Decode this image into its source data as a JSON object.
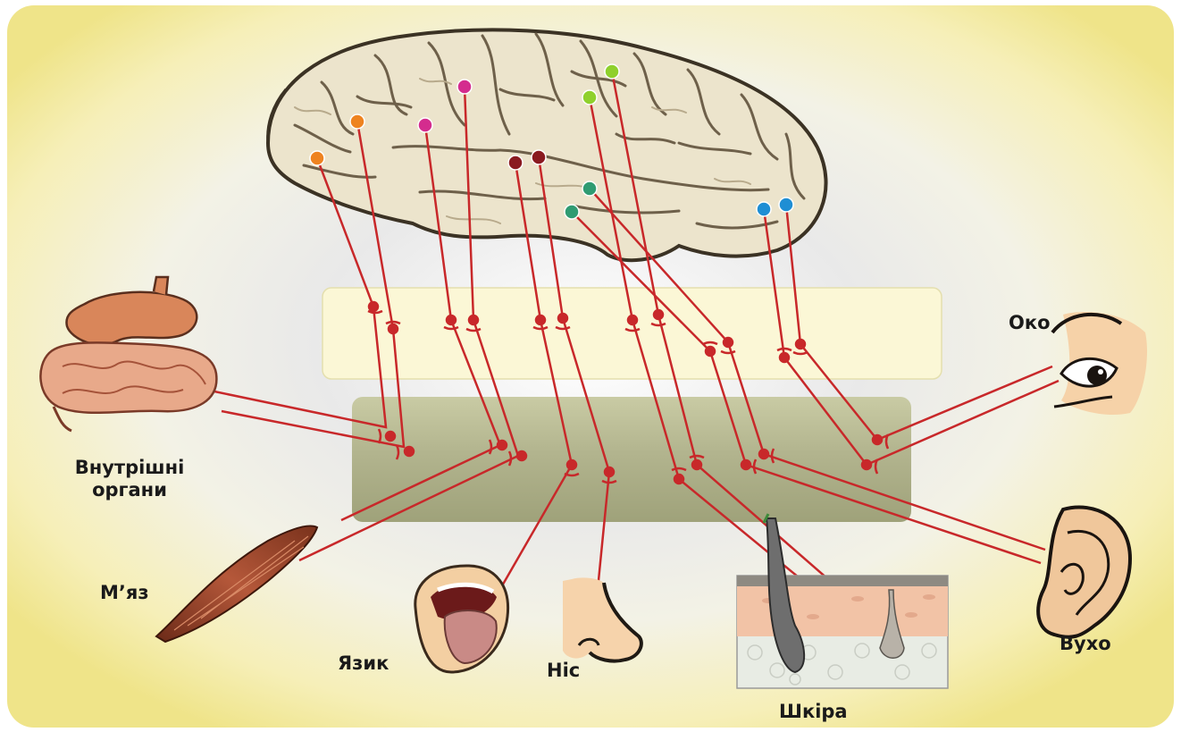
{
  "labels": {
    "internal_organs": "Внутрішні органи",
    "muscle": "М’яз",
    "tongue": "Язик",
    "nose": "Ніс",
    "skin": "Шкіра",
    "eye": "Око",
    "ear": "Вухо"
  },
  "colors": {
    "nerve": "#c8282a",
    "brain": "#ece4cc",
    "upper_band": "#fbf7d6",
    "lower_band": "#aeb08a",
    "orange": "#ee8320",
    "magenta": "#d42c8e",
    "light_green": "#8fd02c",
    "dark_red": "#8a1a20",
    "teal": "#2f9b72",
    "blue": "#1e8ed4"
  }
}
